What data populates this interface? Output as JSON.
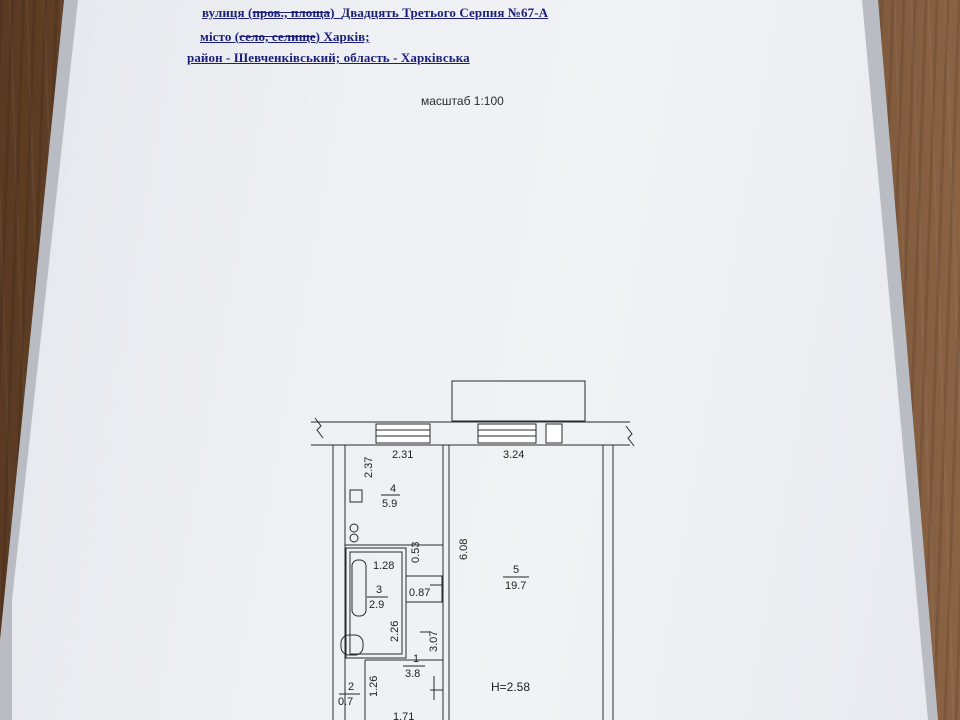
{
  "header": {
    "line1": {
      "label_plain": "вулиця (",
      "label_struck": "пров., площа",
      "label_close": ")",
      "value": "Двадцять Третього Серпня №67-А"
    },
    "line2": {
      "label_plain": "місто (",
      "label_struck": "село, селище",
      "label_close": ")",
      "value": "Харків;"
    },
    "line3": {
      "text": "район - Шевченківський; область - Харківська"
    }
  },
  "scale_text": "масштаб 1:100",
  "plan": {
    "dimensions": {
      "top_left_width": "2.31",
      "top_right_width": "3.24",
      "room4_height": "2.37",
      "corridor_height": "6.08",
      "small_width": "1.28",
      "small_height": "0.53",
      "bath_side": "0.87",
      "bath_height": "2.26",
      "hall_height": "3.07",
      "room2_height": "1.26",
      "bottom_width": "1.71"
    },
    "rooms": [
      {
        "number": "4",
        "area": "5.9"
      },
      {
        "number": "3",
        "area": "2.9"
      },
      {
        "number": "5",
        "area": "19.7"
      },
      {
        "number": "1",
        "area": "3.8"
      },
      {
        "number": "2",
        "area": "0.7"
      }
    ],
    "ceiling_height": "H=2.58"
  }
}
